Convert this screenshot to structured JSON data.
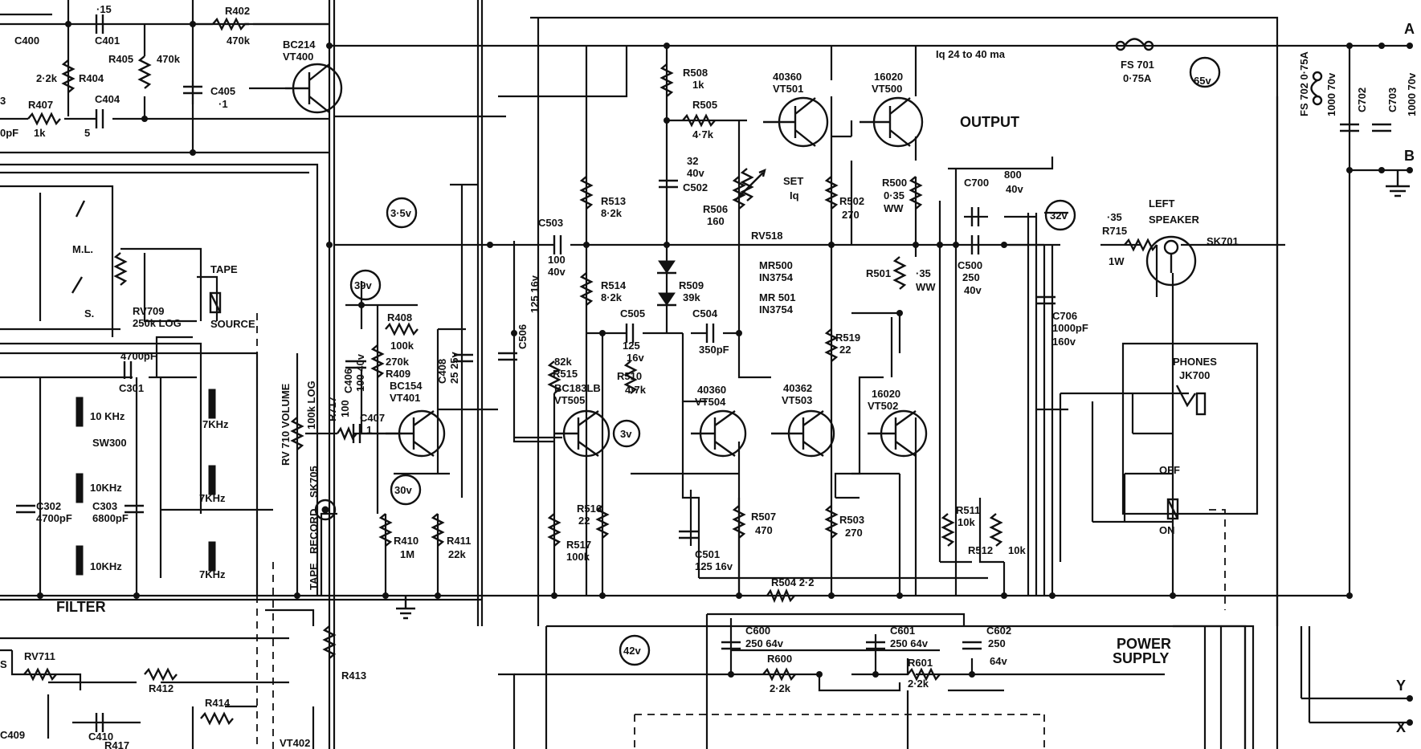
{
  "labels": {
    "c400": "C400",
    "c401": "C401",
    "c401_val": "·15",
    "r402": "R402",
    "r402_val": "470k",
    "r405": "R405",
    "r405_val": "470k",
    "r404": "R404",
    "r404_val": "2·2k",
    "c404": "C404",
    "c404_val": "5",
    "c405": "C405",
    "c405_val": "·1",
    "r407": "R407",
    "r407_val": "1k",
    "c_partial": "0pF",
    "c_partial_ref": "3",
    "vt400_type": "BC214",
    "vt400": "VT400",
    "ml": "M.L.",
    "s": "S.",
    "tape": "TAPE",
    "source": "SOURCE",
    "rv709": "RV709",
    "rv709_val": "250k LOG",
    "c301_val": "4700pF",
    "c301": "C301",
    "khz10_a": "10 KHz",
    "khz10_b": "10KHz",
    "khz10_c": "10KHz",
    "khz7_a": "7KHz",
    "khz7_b": "7KHz",
    "khz7_c": "7KHz",
    "sw300": "SW300",
    "c302": "C302",
    "c302_val": "4700pF",
    "c303": "C303",
    "c303_val": "6800pF",
    "filter": "FILTER",
    "rv710": "RV 710  VOLUME",
    "rv710_val": "100k LOG",
    "r717": "R717",
    "r717_val": "100",
    "sk705": "SK705",
    "record": "RECORD",
    "tape2": "TAPE",
    "v39": "39v",
    "v30": "30v",
    "v3_5": "3·5v",
    "r408": "R408",
    "r408_val": "100k",
    "r409": "R409",
    "r409_val": "270k",
    "c406": "C406",
    "c406_val": "100 40v",
    "c407": "C407",
    "c407_val": "1",
    "vt401_type": "BC154",
    "vt401": "VT401",
    "c408": "C408",
    "c408_val": "25 25v",
    "r410": "R410",
    "r410_val": "1M",
    "r411": "R411",
    "r411_val": "22k",
    "c503": "C503",
    "c503_val1": "100",
    "c503_val2": "40v",
    "c506": "C506",
    "c506_val": "125 16v",
    "r513": "R513",
    "r513_val": "8·2k",
    "r514": "R514",
    "r514_val": "8·2k",
    "r515_val": "82k",
    "r515": "R515",
    "vt505_type": "BC183LB",
    "vt505": "VT505",
    "v3": "3v",
    "c505": "C505",
    "c505_val1": "125",
    "c505_val2": "16v",
    "r510": "R510",
    "r510_val": "4·7k",
    "r516": "R516",
    "r516_val": "22",
    "r517": "R517",
    "r517_val": "100k",
    "r508": "R508",
    "r508_val": "1k",
    "r505": "R505",
    "r505_val": "4·7k",
    "c502_val1": "32",
    "c502_val2": "40v",
    "c502": "C502",
    "r506": "R506",
    "r506_val": "160",
    "rv518": "RV518",
    "set_iq": "SET",
    "iq": "Iq",
    "mr500": "MR500",
    "mr500_type": "IN3754",
    "mr501": "MR 501",
    "mr501_type": "IN3754",
    "r509": "R509",
    "r509_val": "39k",
    "c504": "C504",
    "c504_val": "350pF",
    "vt504_type": "40360",
    "vt504": "VT504",
    "r507": "R507",
    "r507_val": "470",
    "c501": "C501",
    "c501_val": "125  16v",
    "vt501_type": "40360",
    "vt501": "VT501",
    "vt500_type": "16020",
    "vt500": "VT500",
    "iq_label": "Iq  24 to 40 ma",
    "output": "OUTPUT",
    "r502": "R502",
    "r502_val": "270",
    "r500": "R500",
    "r500_val1": "0·35",
    "r500_val2": "WW",
    "r501": "R501",
    "r501_val1": "·35",
    "r501_val2": "WW",
    "r519": "R519",
    "r519_val": "22",
    "vt503_type": "40362",
    "vt503": "VT503",
    "vt502_type": "16020",
    "vt502": "VT502",
    "r503": "R503",
    "r503_val": "270",
    "r504": "R504  2·2",
    "c700": "C700",
    "c700_val1": "800",
    "c700_val2": "40v",
    "c500": "C500",
    "c500_val1": "250",
    "c500_val2": "40v",
    "v32": "32v",
    "r715_val": "·35",
    "r715": "R715",
    "r715_w": "1W",
    "left": "LEFT",
    "speaker": "SPEAKER",
    "sk701": "SK701",
    "c706": "C706",
    "c706_val1": "1000pF",
    "c706_val2": "160v",
    "r511": "R511",
    "r511_val": "10k",
    "r512": "R512",
    "r512_val": "10k",
    "fs701": "FS 701",
    "fs701_val": "0·75A",
    "v65": "65v",
    "fs702": "FS 702  0·75A",
    "c702": "C702",
    "c702_val": "1000  70v",
    "c703": "C703",
    "c703_val": "1000  70v",
    "a": "A",
    "b": "B",
    "x": "X",
    "y": "Y",
    "phones": "PHONES",
    "jk700": "JK700",
    "off": "OFF",
    "on": "ON",
    "power_supply_1": "POWER",
    "power_supply_2": "SUPPLY",
    "v42": "42v",
    "c600": "C600",
    "c600_val": "250  64v",
    "r600": "R600",
    "r600_val": "2·2k",
    "c601": "C601",
    "c601_val": "250  64v",
    "r601": "R601",
    "r601_val": "2·2k",
    "c602": "C602",
    "c602_val1": "250",
    "c602_val2": "64v",
    "rv711": "RV711",
    "s_partial": "S",
    "r412": "R412",
    "r413": "R413",
    "r414": "R414",
    "c409": "C409",
    "c410": "C410",
    "r417": "R417",
    "vt402": "VT402"
  }
}
